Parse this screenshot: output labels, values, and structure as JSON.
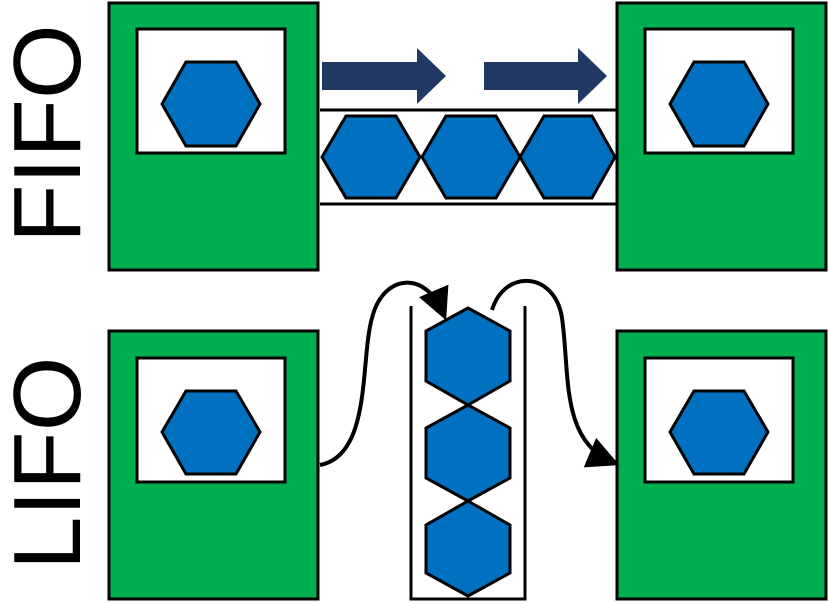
{
  "labels": {
    "fifo": "FIFO",
    "lifo": "LIFO"
  },
  "colors": {
    "machine_fill": "#00B050",
    "hexagon_fill": "#0070C0",
    "arrow_fill": "#1F3864",
    "outline": "#000000",
    "background": "#FFFFFF"
  },
  "fifo": {
    "queued_items": 3,
    "flow_arrows": 2
  },
  "lifo": {
    "stacked_items": 3
  }
}
